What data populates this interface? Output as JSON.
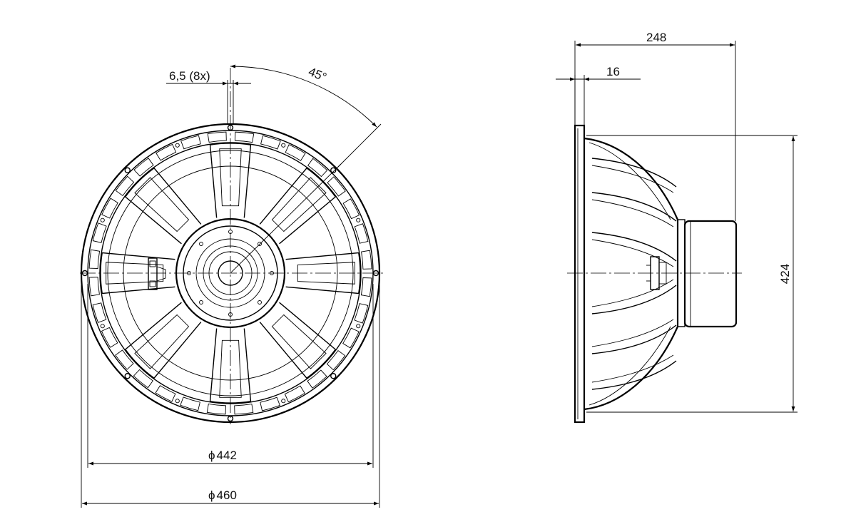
{
  "dimensions": {
    "mount_hole": "6,5 (8x)",
    "hole_angle": "45°",
    "depth_total": "248",
    "flange_thickness": "16",
    "frame_height": "424",
    "inner_diameter_symbol": "ϕ",
    "inner_diameter": "442",
    "outer_diameter_symbol": "ϕ",
    "outer_diameter": "460"
  }
}
